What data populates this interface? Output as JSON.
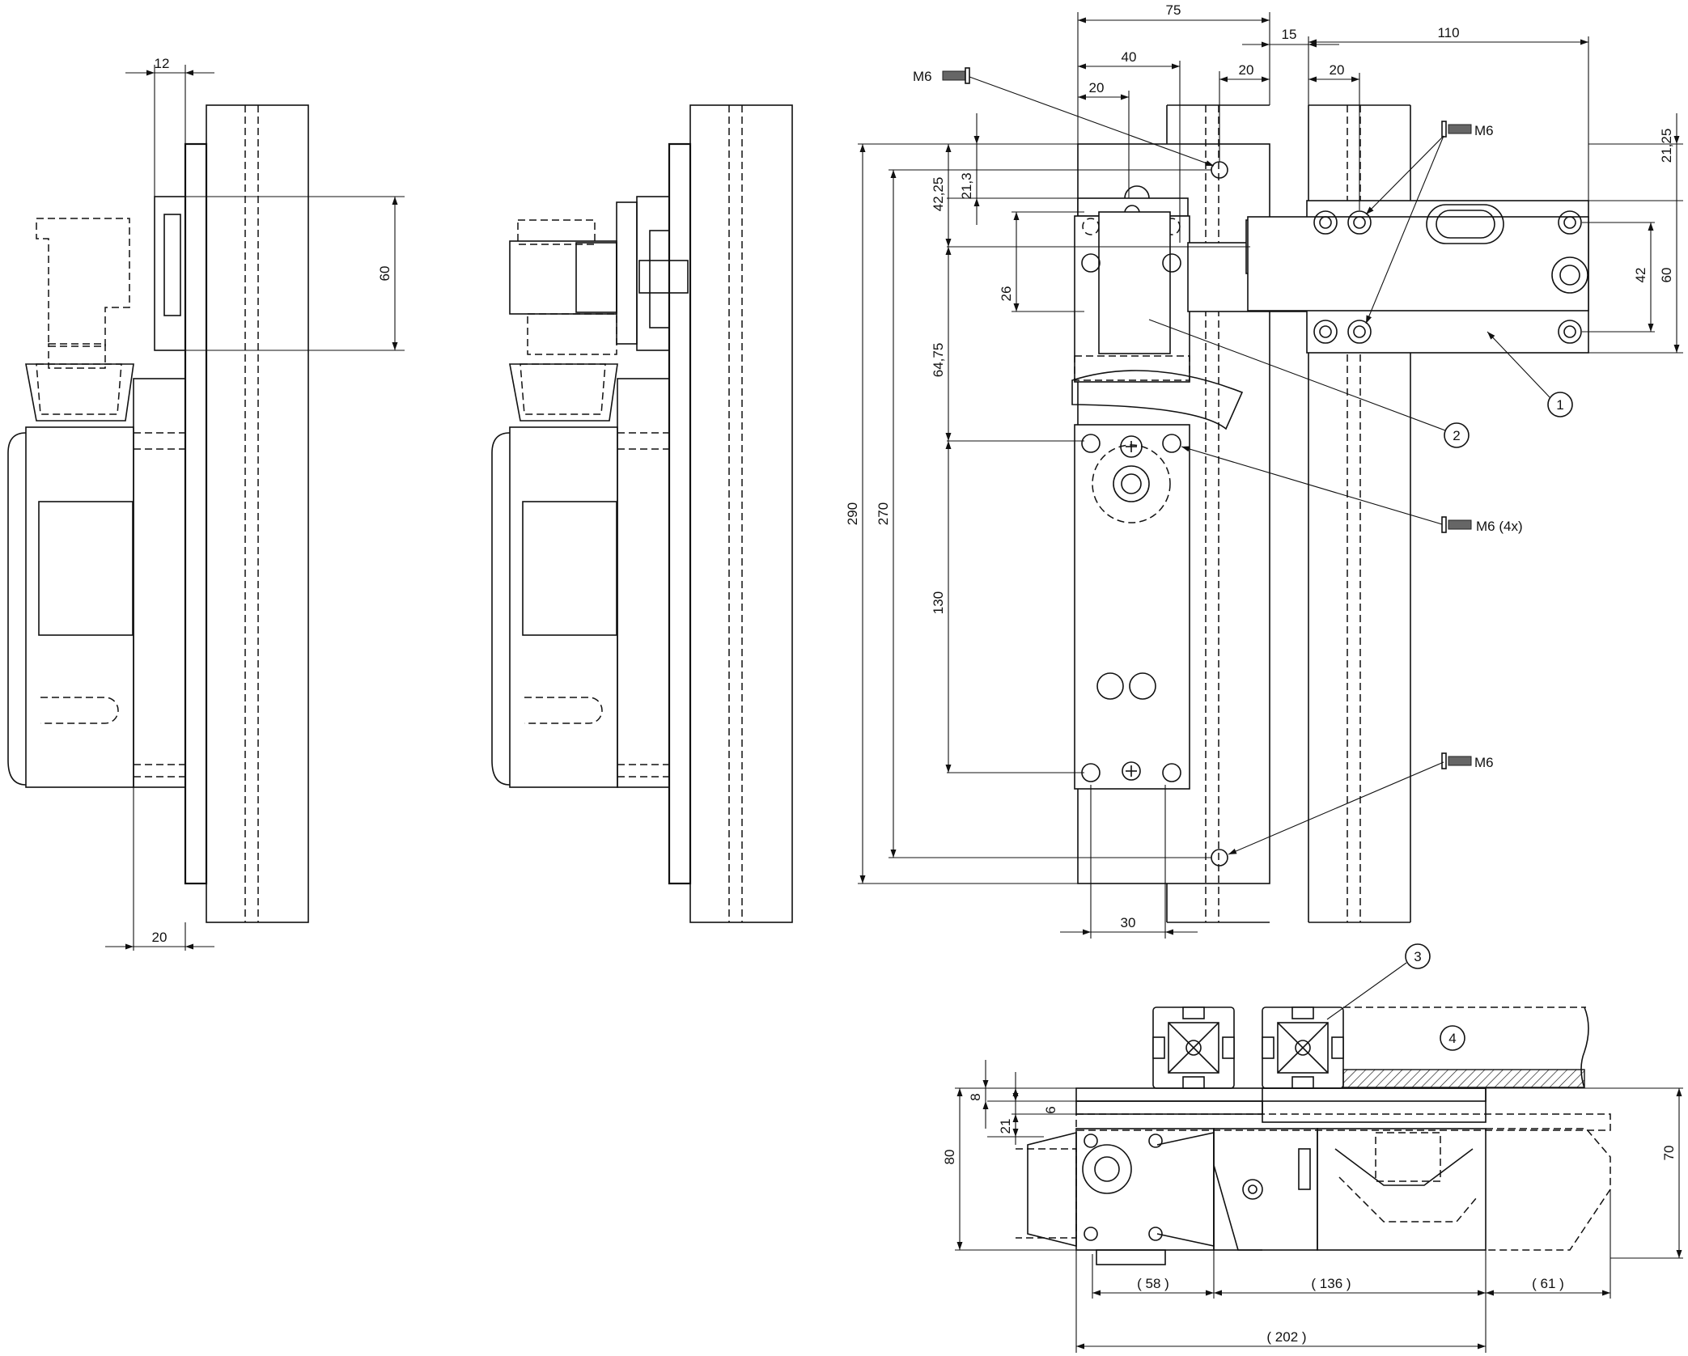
{
  "dimensions": {
    "side_view": {
      "top_width": "12",
      "height": "60",
      "bottom_width": "20"
    },
    "front_view": {
      "overall_width": "75",
      "inner_width": "40",
      "offset_left": "20",
      "offset_right": "20",
      "gap": "15",
      "actuator_width": "110",
      "actuator_inner": "20",
      "h_21_3": "21,3",
      "h_42_25": "42,25",
      "h_26": "26",
      "h_64_75": "64,75",
      "h_130": "130",
      "h_270": "270",
      "h_290": "290",
      "bottom_width": "30",
      "right_21_25": "21,25",
      "right_42": "42",
      "right_60": "60"
    },
    "top_view": {
      "h_8": "8",
      "h_6": "6",
      "h_21": "21",
      "h_80": "80",
      "h_70": "70",
      "w_58": "( 58 )",
      "w_136": "( 136 )",
      "w_61": "( 61 )",
      "w_202": "( 202 )"
    }
  },
  "callouts": {
    "screw_top_left": "M6",
    "screw_top_right": "M6",
    "screw_middle": "M6 (4x)",
    "screw_bottom": "M6",
    "item_1": "1",
    "item_2": "2",
    "item_3": "3",
    "item_4": "4"
  }
}
